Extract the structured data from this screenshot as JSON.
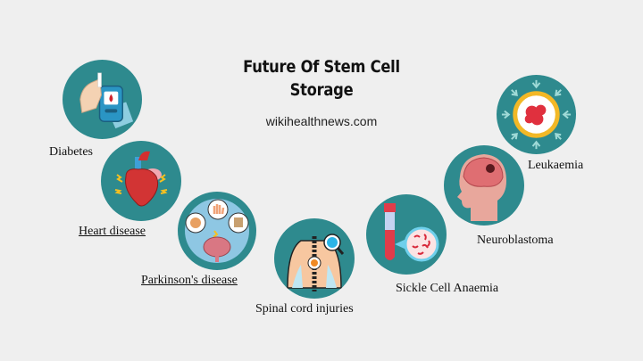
{
  "header": {
    "title_line1": "Future Of Stem Cell",
    "title_line2": "Storage",
    "website": "wikihealthnews.com"
  },
  "colors": {
    "background": "#efefef",
    "circle": "#2e8a8e"
  },
  "diseases": [
    {
      "label": "Diabetes",
      "icon": "glucose-meter-icon",
      "underlined": false
    },
    {
      "label": "Heart disease",
      "icon": "heart-icon",
      "underlined": true
    },
    {
      "label": "Parkinson's disease",
      "icon": "brain-tremor-icon",
      "underlined": true
    },
    {
      "label": "Spinal cord injuries",
      "icon": "spine-icon",
      "underlined": false
    },
    {
      "label": "Sickle Cell Anaemia",
      "icon": "blood-tube-icon",
      "underlined": false
    },
    {
      "label": "Neuroblastoma",
      "icon": "head-brain-tumor-icon",
      "underlined": false
    },
    {
      "label": "Leukaemia",
      "icon": "blood-cell-icon",
      "underlined": false
    }
  ]
}
